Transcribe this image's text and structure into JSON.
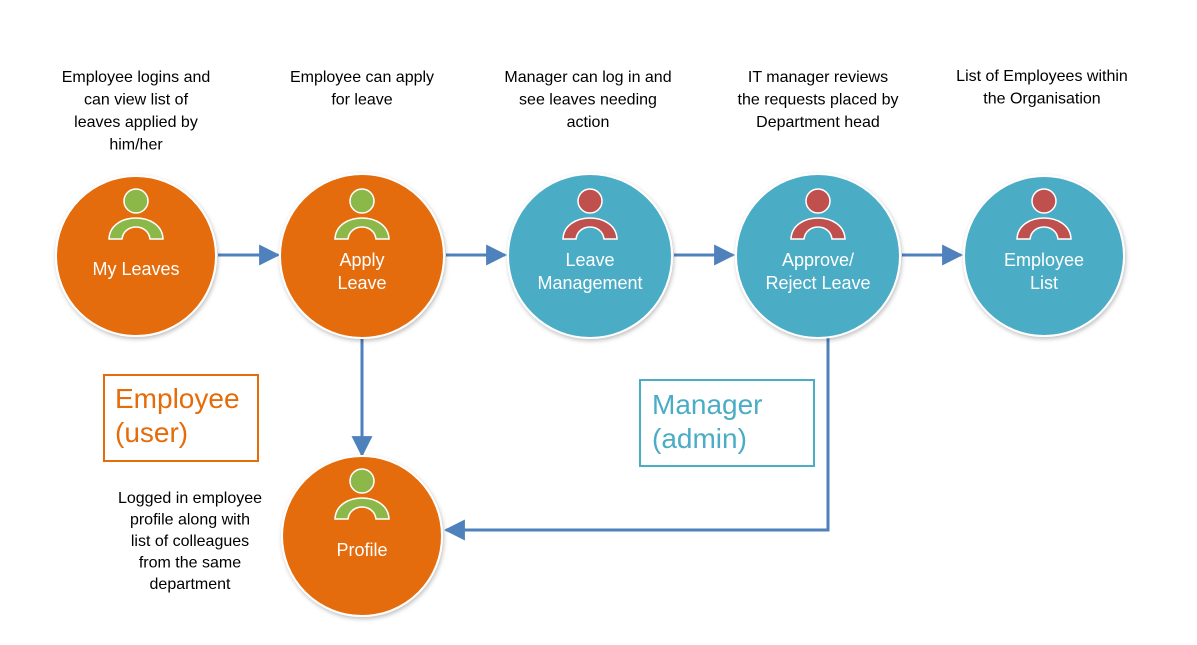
{
  "colors": {
    "employee_fill": "#E46C0A",
    "manager_fill": "#4BACC6",
    "arrow": "#4F81BD",
    "employee_icon": "#8CB84A",
    "manager_icon": "#C0504D",
    "employee_role": "#E46C0A",
    "manager_role": "#4BACC6"
  },
  "nodes": [
    {
      "id": "my-leaves",
      "role": "employee",
      "label": [
        "My Leaves"
      ],
      "description": [
        "Employee logins and",
        "can view list of",
        "leaves applied by",
        "him/her"
      ]
    },
    {
      "id": "apply-leave",
      "role": "employee",
      "label": [
        "Apply",
        "Leave"
      ],
      "description": [
        "Employee can apply",
        "for leave"
      ]
    },
    {
      "id": "leave-management",
      "role": "manager",
      "label": [
        "Leave",
        "Management"
      ],
      "description": [
        "Manager can log in and",
        "see leaves needing",
        "action"
      ]
    },
    {
      "id": "approve-reject-leave",
      "role": "manager",
      "label": [
        "Approve/",
        "Reject Leave"
      ],
      "description": [
        "IT manager reviews",
        "the requests placed by",
        "Department head"
      ]
    },
    {
      "id": "employee-list",
      "role": "manager",
      "label": [
        "Employee",
        "List"
      ],
      "description": [
        "List of Employees within",
        "the Organisation"
      ]
    },
    {
      "id": "profile",
      "role": "employee",
      "label": [
        "Profile"
      ],
      "description": [
        "Logged in employee",
        "profile along with",
        "list of colleagues",
        "from the same",
        "department"
      ]
    }
  ],
  "edges": [
    {
      "from": "my-leaves",
      "to": "apply-leave"
    },
    {
      "from": "apply-leave",
      "to": "leave-management"
    },
    {
      "from": "leave-management",
      "to": "approve-reject-leave"
    },
    {
      "from": "approve-reject-leave",
      "to": "employee-list"
    },
    {
      "from": "apply-leave",
      "to": "profile"
    },
    {
      "from": "approve-reject-leave",
      "to": "profile"
    }
  ],
  "roles": {
    "employee": {
      "lines": [
        "Employee",
        "(user)"
      ]
    },
    "manager": {
      "lines": [
        "Manager",
        "(admin)"
      ]
    }
  }
}
